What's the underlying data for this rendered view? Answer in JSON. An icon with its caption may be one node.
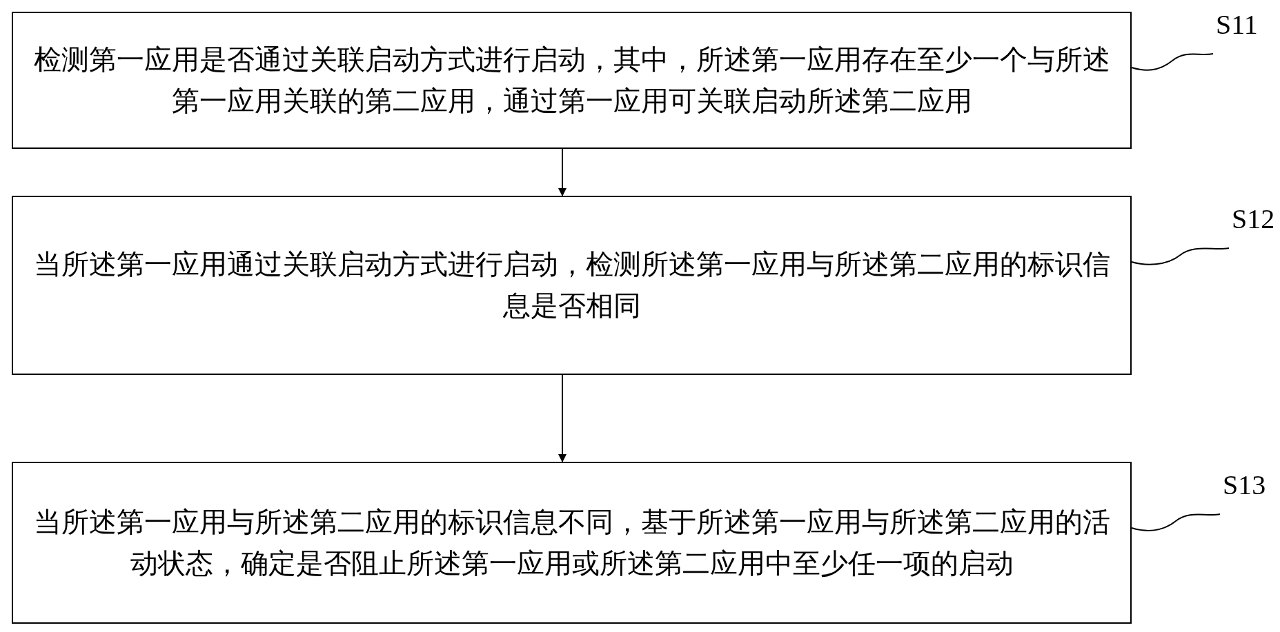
{
  "diagram": {
    "nodes": [
      {
        "text": [
          "检测第一应用是否通过关联启动方式进行启动，其中，所述第一应用存在至少一个与所述第一应用关联的第二应用，通过第一应用可关联启动所述第二应用"
        ]
      },
      {
        "text": [
          "当所述第一应用通过关联启动方式进行启动，检测所述第一应用与所述第二应用的标识信息是否相同"
        ]
      },
      {
        "text": [
          "当所述第一应用与所述第二应用的标识信息不同，基于所述第一应用与所述第二应用的活动状态，确定是否阻止所述第一应用或所述第二应用中至少任一项的启动"
        ]
      },
      {
        "text": [
          "S11"
        ]
      },
      {
        "text": [
          "S12"
        ]
      },
      {
        "text": [
          "S13"
        ]
      }
    ],
    "edges": [
      {
        "from": 0,
        "to": 1,
        "arrow": "to"
      },
      {
        "from": 1,
        "to": 2,
        "arrow": "to"
      },
      {
        "from": 3,
        "to": 0,
        "arrow": "none"
      },
      {
        "from": 4,
        "to": 1,
        "arrow": "none"
      },
      {
        "from": 5,
        "to": 2,
        "arrow": "none"
      }
    ]
  }
}
